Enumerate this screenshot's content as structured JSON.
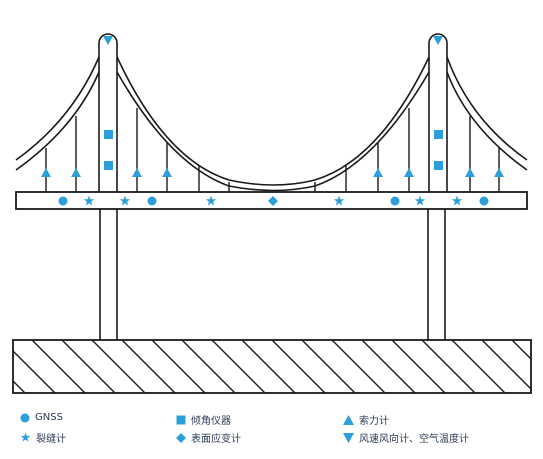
{
  "colors": {
    "line": "#1a1a1a",
    "marker": "#2a9fdc",
    "text": "#2b3a55"
  },
  "legend": {
    "gnss": {
      "icon": "circle-icon",
      "label": "GNSS"
    },
    "tilt": {
      "icon": "square-icon",
      "label": "倾角仪器"
    },
    "cable_force": {
      "icon": "triangle-up-icon",
      "label": "索力计"
    },
    "crack": {
      "icon": "star-icon",
      "label": "裂缝计"
    },
    "strain": {
      "icon": "diamond-icon",
      "label": "表面应变计"
    },
    "weather": {
      "icon": "triangle-down-icon",
      "label": "风速风向计、空气温度计"
    }
  }
}
